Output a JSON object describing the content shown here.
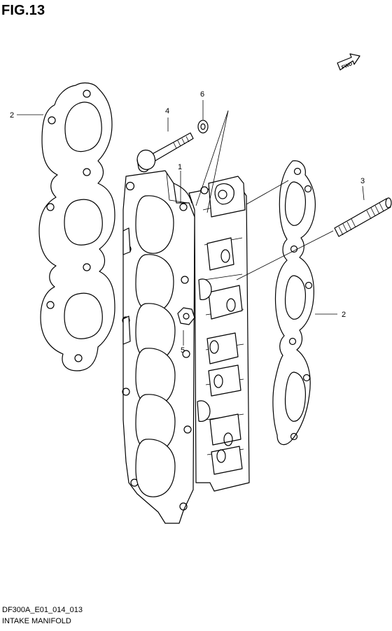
{
  "figure": {
    "title": "FIG.13"
  },
  "direction_badge": "FWD",
  "callouts": [
    {
      "part_no": "1"
    },
    {
      "part_no": "2"
    },
    {
      "part_no": "2"
    },
    {
      "part_no": "3"
    },
    {
      "part_no": "4"
    },
    {
      "part_no": "5"
    },
    {
      "part_no": "6"
    }
  ],
  "footer": {
    "code": "DF300A_E01_014_013",
    "name": "INTAKE MANIFOLD"
  }
}
